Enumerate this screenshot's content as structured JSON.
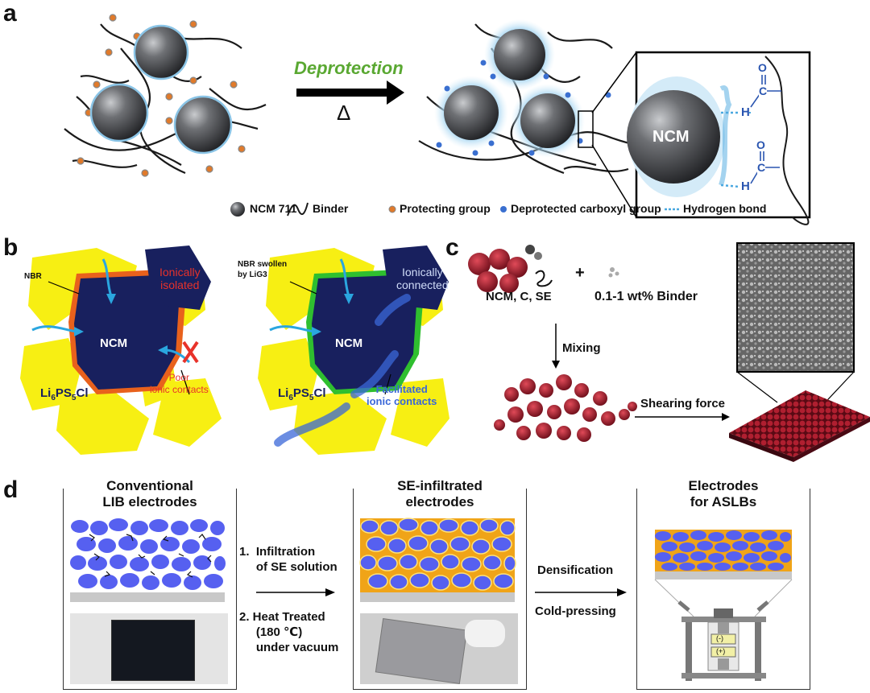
{
  "panels": {
    "a": "a",
    "b": "b",
    "c": "c",
    "d": "d"
  },
  "panel_a": {
    "arrow_label": "Deprotection",
    "arrow_sublabel": "Δ",
    "zoom_particle_label": "NCM",
    "hydrogen_label": "H",
    "oxygen_label": "O",
    "carbon_label": "C",
    "legend": {
      "ncm": "NCM 711",
      "binder": "Binder",
      "protecting": "Protecting group",
      "deprotected": "Deprotected carboxyl group",
      "hbond": "Hydrogen bond"
    }
  },
  "panel_b": {
    "left": {
      "binder_label": "NBR",
      "isolated_label": "Ionically\nisolated",
      "particle_label": "NCM",
      "se_label_main": "Li",
      "se_sub1": "6",
      "se_mid": "PS",
      "se_sub2": "5",
      "se_end": "Cl",
      "contact_label": "Poor\nionic contacts"
    },
    "right": {
      "binder_label": "NBR swollen\nby LiG3",
      "connected_label": "Ionically\nconnected",
      "particle_label": "NCM",
      "se_label_main": "Li",
      "se_sub1": "6",
      "se_mid": "PS",
      "se_sub2": "5",
      "se_end": "Cl",
      "contact_label": "Facilitated\nionic contacts"
    }
  },
  "panel_c": {
    "components": "NCM, C, SE",
    "plus": "+",
    "binder": "0.1-1 wt% Binder",
    "mixing": "Mixing",
    "shearing": "Shearing force"
  },
  "panel_d": {
    "box1_title": "Conventional\nLIB electrodes",
    "box2_title": "SE-infiltrated\nelectrodes",
    "box3_title": "Electrodes\nfor ASLBs",
    "step1": "1.  Infiltration\n     of SE solution",
    "step2": "2. Heat Treated\n     (180 ℃)\n     under vacuum",
    "densification": "Densification",
    "coldpressing": "Cold-pressing",
    "cell_minus": "(-)",
    "cell_plus": "(+)"
  },
  "colors": {
    "ncm_particle": "#5a5c60",
    "binder": "#1a1a1a",
    "protecting_group": "#e07a2b",
    "carboxyl_group": "#3a6fd0",
    "hbond": "#4aa8e0",
    "deprotection_text": "#5aa832",
    "se_yellow": "#f7ef13",
    "ncm_navy": "#18205e",
    "nbr_orange": "#e8611c",
    "nbr_swollen_green": "#2fbf2f",
    "ion_arrow": "#2aa6df",
    "poor_red": "#e8322a",
    "connected_blue": "#3a67d8",
    "crimson_particle": "#a01828",
    "lib_blue": "#5660f0",
    "se_orange": "#f0a418",
    "collector_gray": "#c8c8c8"
  }
}
